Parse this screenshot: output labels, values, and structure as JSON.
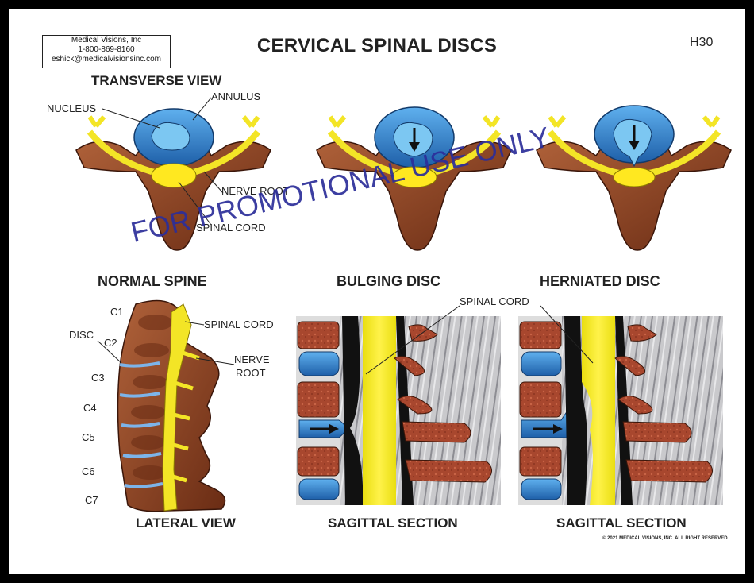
{
  "header": {
    "contact_lines": [
      "Medical Visions, Inc",
      "1-800-869-8160",
      "eshick@medicalvisionsinc.com"
    ],
    "title": "CERVICAL SPINAL DISCS",
    "code": "H30"
  },
  "transverse": {
    "heading": "TRANSVERSE VIEW",
    "labels": {
      "nucleus": "NUCLEUS",
      "annulus": "ANNULUS",
      "nerve_root": "NERVE ROOT",
      "spinal_cord": "SPINAL CORD"
    }
  },
  "section_titles": {
    "normal": "NORMAL SPINE",
    "bulging": "BULGING DISC",
    "herniated": "HERNIATED DISC"
  },
  "lateral": {
    "levels": [
      "C1",
      "C2",
      "C3",
      "C4",
      "C5",
      "C6",
      "C7"
    ],
    "disc_label": "DISC",
    "spinal_cord_label": "SPINAL CORD",
    "nerve_root_label_1": "NERVE",
    "nerve_root_label_2": "ROOT",
    "caption": "LATERAL VIEW"
  },
  "sagittal": {
    "spinal_cord_label": "SPINAL CORD",
    "caption_left": "SAGITTAL SECTION",
    "caption_right": "SAGITTAL SECTION"
  },
  "footer": {
    "copyright": "© 2021 MEDICAL VISIONS, INC. ALL RIGHT RESERVED"
  },
  "watermark": "FOR PROMOTIONAL USE ONLY",
  "colors": {
    "bone": "#8e4a2a",
    "bone_dark": "#5a2412",
    "disc_blue": "#2f7fc8",
    "cord_yellow": "#f4e92a",
    "watermark": "#2c2e9a"
  },
  "icons": [
    "arrow-down-icon",
    "arrow-right-icon"
  ]
}
